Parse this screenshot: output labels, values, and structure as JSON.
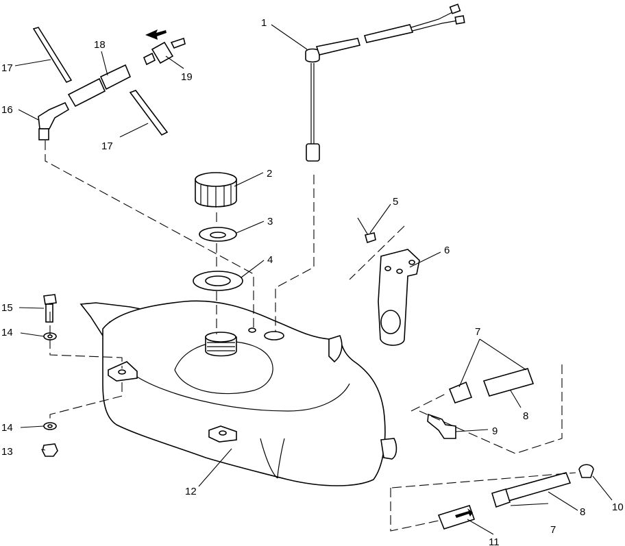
{
  "figure": {
    "background": "#ffffff",
    "line_color": "#000000"
  },
  "callouts": {
    "c1": "1",
    "c2": "2",
    "c3": "3",
    "c4": "4",
    "c5": "5",
    "c6": "6",
    "c7a": "7",
    "c7b": "7",
    "c8a": "8",
    "c8b": "8",
    "c9": "9",
    "c10": "10",
    "c11": "11",
    "c12": "12",
    "c13": "13",
    "c14a": "14",
    "c14b": "14",
    "c15": "15",
    "c16": "16",
    "c17a": "17",
    "c17b": "17",
    "c18": "18",
    "c19": "19"
  }
}
